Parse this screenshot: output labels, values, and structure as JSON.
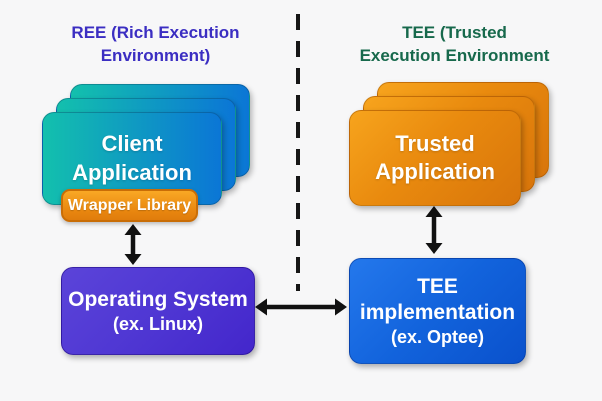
{
  "diagram": {
    "ree": {
      "title_line1": "REE (Rich Execution",
      "title_line2": "Environment)",
      "title_color": "#3b2ec2",
      "client_application_label": "Client Application",
      "wrapper_library_label": "Wrapper Library",
      "operating_system_label": "Operating System",
      "operating_system_sublabel": "(ex. Linux)"
    },
    "tee": {
      "title_line1": "TEE (Trusted",
      "title_line2": "Execution Environment",
      "title_color": "#17694c",
      "trusted_application_label": "Trusted Application",
      "tee_implementation_label": "TEE implementation",
      "tee_implementation_sublabel": "(ex. Optee)"
    },
    "colors": {
      "background": "#f7f7f8",
      "client_card_gradient_start": "#13c0ad",
      "client_card_gradient_end": "#0b76d6",
      "trusted_card_gradient_start": "#f7a41d",
      "trusted_card_gradient_end": "#d8750b",
      "wrapper_badge_gradient_start": "#f9a825",
      "wrapper_badge_gradient_end": "#e07c0c",
      "os_box_gradient_start": "#5b44d9",
      "os_box_gradient_end": "#4326cb",
      "tee_box_gradient_start": "#2478ec",
      "tee_box_gradient_end": "#0a51cc",
      "arrow_color": "#111111",
      "divider_color": "#161616"
    },
    "icons": {
      "left_vertical_arrow": "double-headed-vertical-arrow",
      "right_vertical_arrow": "double-headed-vertical-arrow",
      "center_horizontal_arrow": "double-headed-horizontal-arrow"
    }
  }
}
